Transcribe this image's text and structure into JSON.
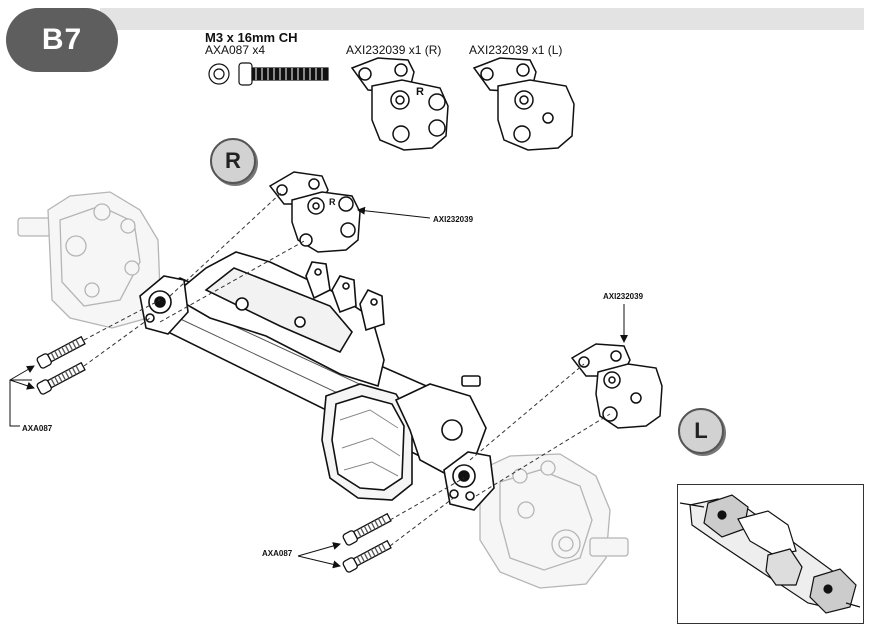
{
  "step": {
    "label": "B7"
  },
  "parts_list": {
    "screw": {
      "name": "M3 x 16mm CH",
      "part": "AXA087 x4"
    },
    "mount_r": {
      "label": "AXI232039 x1 (R)"
    },
    "mount_l": {
      "label": "AXI232039 x1 (L)"
    }
  },
  "badges": {
    "right": "R",
    "left": "L"
  },
  "callouts": {
    "mount_right": "AXI232039",
    "mount_left": "AXI232039",
    "screws_left": "AXA087",
    "screws_bottom": "AXA087"
  },
  "colors": {
    "badge_bg": "#5e5e5e",
    "bar": "#e3e3e3",
    "side_badge": "#d2d2d2",
    "line": "#111111",
    "ghost": "#b5b5b5"
  }
}
